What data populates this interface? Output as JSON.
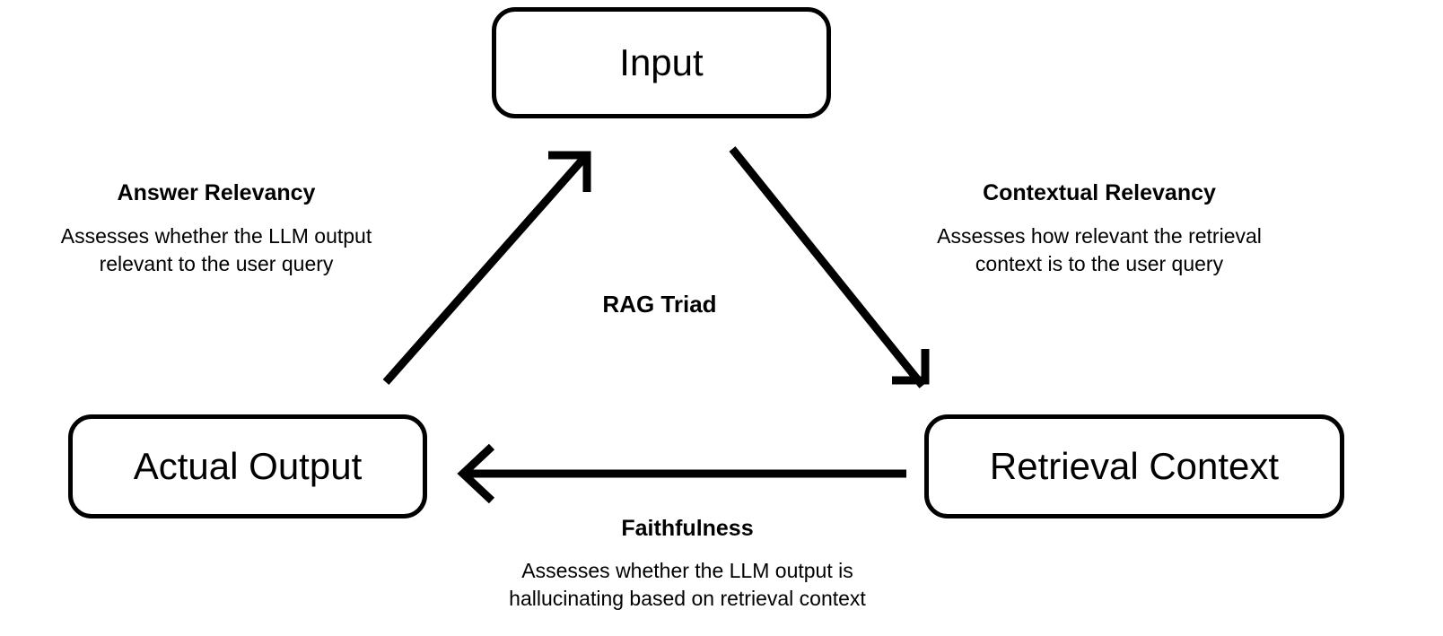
{
  "diagram": {
    "title": "RAG Triad",
    "background_color": "#ffffff",
    "stroke_color": "#000000",
    "nodes": [
      {
        "id": "input",
        "label": "Input"
      },
      {
        "id": "actual_output",
        "label": "Actual Output"
      },
      {
        "id": "retrieval_context",
        "label": "Retrieval Context"
      }
    ],
    "annotations": [
      {
        "id": "answer_relevancy",
        "title": "Answer Relevancy",
        "description": "Assesses whether the LLM output relevant to the user query"
      },
      {
        "id": "contextual_relevancy",
        "title": "Contextual Relevancy",
        "description": "Assesses how relevant the retrieval context is to the user query"
      },
      {
        "id": "faithfulness",
        "title": "Faithfulness",
        "description": "Assesses whether the LLM output is hallucinating based on retrieval context"
      }
    ],
    "edges": [
      {
        "id": "actual_output_to_input",
        "from": "Actual Output",
        "to": "Input",
        "metric": "Answer Relevancy"
      },
      {
        "id": "input_to_retrieval_context",
        "from": "Input",
        "to": "Retrieval Context",
        "metric": "Contextual Relevancy"
      },
      {
        "id": "retrieval_context_to_actual_output",
        "from": "Retrieval Context",
        "to": "Actual Output",
        "metric": "Faithfulness"
      }
    ]
  }
}
